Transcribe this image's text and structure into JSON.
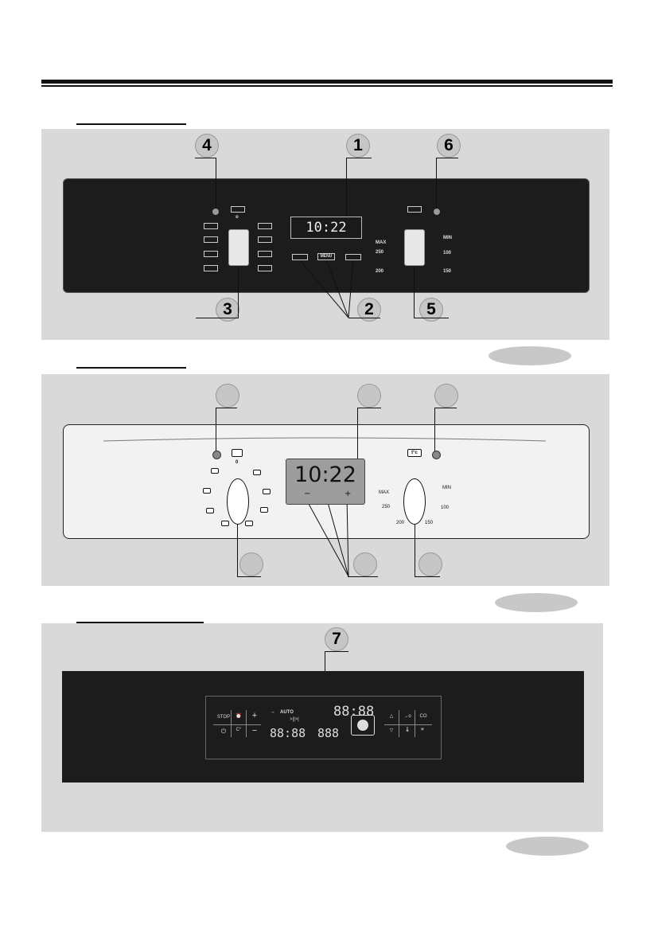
{
  "panel1": {
    "display_time": "10:22",
    "button_menu": "MENU",
    "temp_labels": [
      "MAX",
      "250",
      "200",
      "MIN",
      "100",
      "150"
    ],
    "callouts": [
      "4",
      "1",
      "6",
      "3",
      "2",
      "5"
    ]
  },
  "panel2": {
    "display_time": "10:22",
    "minus": "−",
    "plus": "+",
    "temp_button": "t°c",
    "zero_mark": "0",
    "temp_labels": [
      "MAX",
      "250",
      "200",
      "MIN",
      "100",
      "150"
    ]
  },
  "panel3": {
    "callout": "7",
    "stop": "STOP",
    "plus": "+",
    "minus": "−",
    "auto": "AUTO",
    "digits_top": "88:88",
    "digits_bottom_left": "88:88",
    "digits_bottom_right": "888",
    "co": "CO",
    "pause": ">||>|"
  },
  "colors": {
    "panel_background": "#d9d9d9",
    "dark_panel": "#1c1c1c",
    "oval": "#c8c8c8"
  }
}
